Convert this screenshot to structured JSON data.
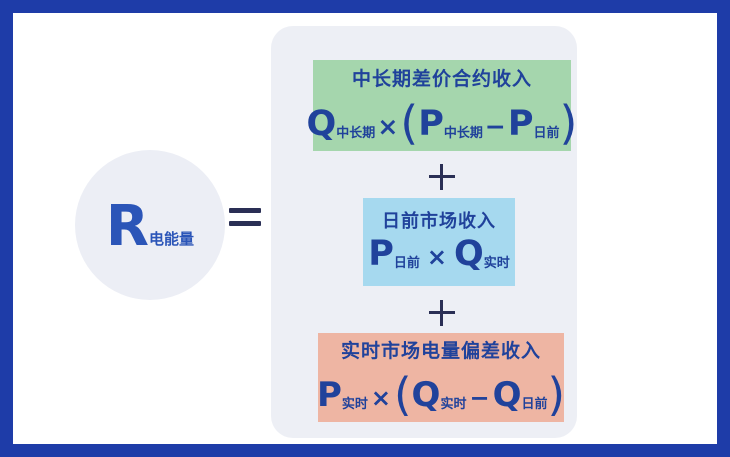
{
  "diagram": {
    "title_subject": "电能量市场收入构成公式",
    "frame_color": "#1e3ca8",
    "panel_color": "#edeff5",
    "text_color": "#20429b",
    "operator_color": "#2a2f55"
  },
  "left_term": {
    "circle_fill": "#eceef5",
    "symbol": "R",
    "subscript": "电能量"
  },
  "equals": {
    "symbol": "="
  },
  "terms": [
    {
      "id": "mid-long-term-contract",
      "caption": "中长期差价合约收入",
      "bg_color": "#a5d6ad",
      "expression": {
        "v1": "Q",
        "s1": "中长期",
        "op1": "×",
        "open_paren": "(",
        "v2": "P",
        "s2": "中长期",
        "op2": "−",
        "v3": "P",
        "s3": "日前",
        "close_paren": ")"
      }
    },
    {
      "id": "day-ahead-market",
      "caption": "日前市场收入",
      "bg_color": "#a6d9ef",
      "expression": {
        "v1": "P",
        "s1": "日前",
        "op1": "×",
        "v2": "Q",
        "s2": "实时"
      }
    },
    {
      "id": "realtime-deviation",
      "caption": "实时市场电量偏差收入",
      "bg_color": "#eeb5a3",
      "expression": {
        "v1": "P",
        "s1": "实时",
        "op1": "×",
        "open_paren": "(",
        "v2": "Q",
        "s2": "实时",
        "op2": "−",
        "v3": "Q",
        "s3": "日前",
        "close_paren": ")"
      }
    }
  ],
  "operators": {
    "plus": "+"
  }
}
